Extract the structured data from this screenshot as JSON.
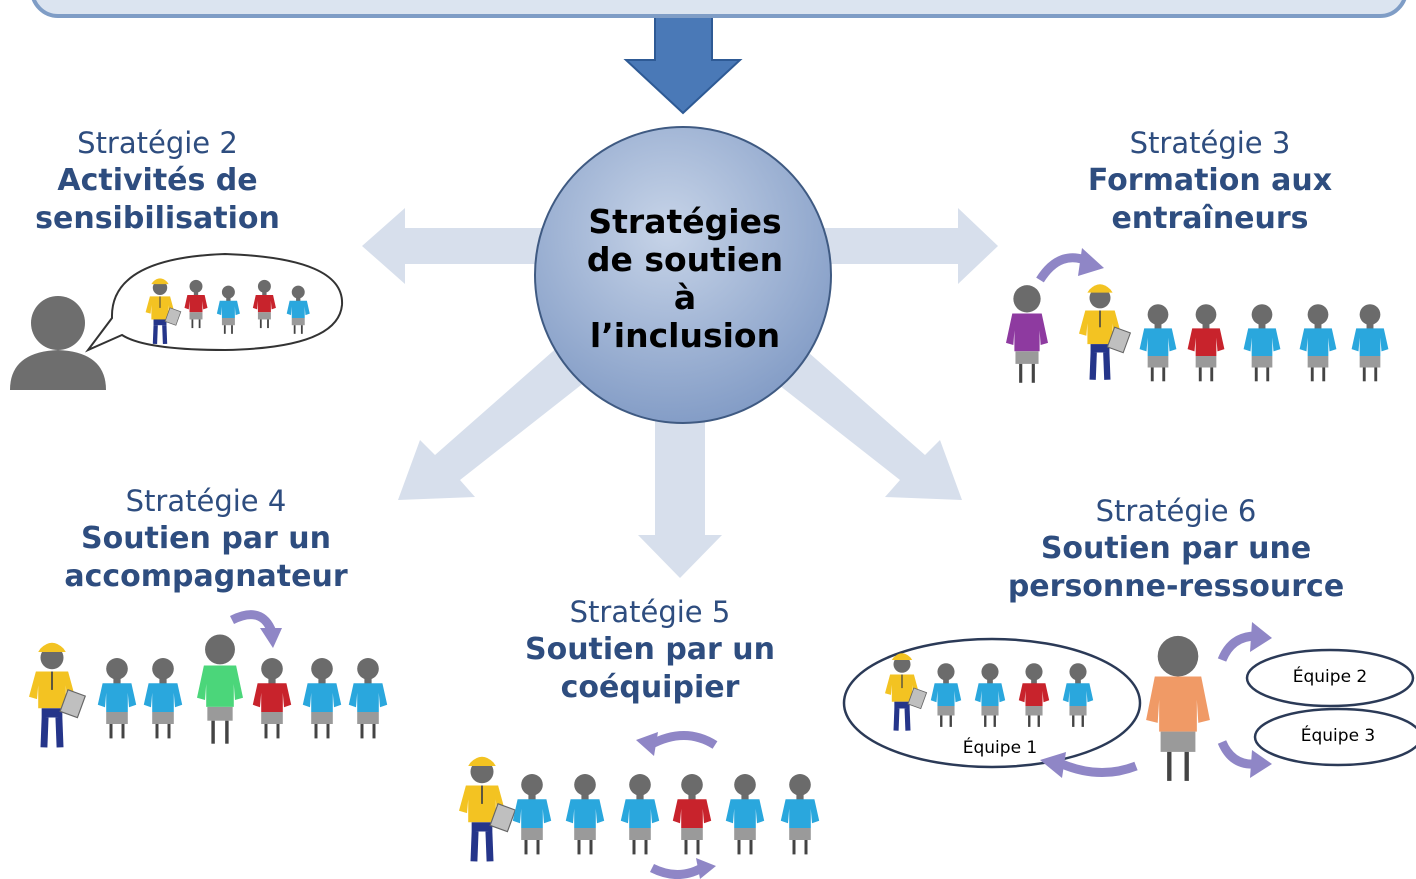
{
  "hub": {
    "line1": "Stratégies",
    "line2": "de soutien",
    "line3": "à",
    "line4": "l’inclusion"
  },
  "strategies": [
    {
      "number_label": "Stratégie 2",
      "title_line1": "Activités de",
      "title_line2": "sensibilisation"
    },
    {
      "number_label": "Stratégie 3",
      "title_line1": "Formation aux",
      "title_line2": "entraîneurs"
    },
    {
      "number_label": "Stratégie 4",
      "title_line1": "Soutien par un",
      "title_line2": "accompagnateur"
    },
    {
      "number_label": "Stratégie 5",
      "title_line1": "Soutien par un",
      "title_line2": "coéquipier"
    },
    {
      "number_label": "Stratégie 6",
      "title_line1": "Soutien par une",
      "title_line2": "personne-ressource"
    }
  ],
  "teams": {
    "team1": "Équipe 1",
    "team2": "Équipe 2",
    "team3": "Équipe 3"
  },
  "colors": {
    "title_text": "#2e4d7f",
    "hub_fill": "#9db2d4",
    "arrow_light": "#d7dfec",
    "arrow_dark": "#4a79b7",
    "team_blue": "#2aa7dd",
    "team_red": "#c8232c",
    "coach_yellow": "#f3c322",
    "helper_green": "#4bd67a",
    "helper_purple": "#8e3aa0",
    "helper_orange": "#f09a66",
    "swap_arrow": "#8f86c6"
  }
}
